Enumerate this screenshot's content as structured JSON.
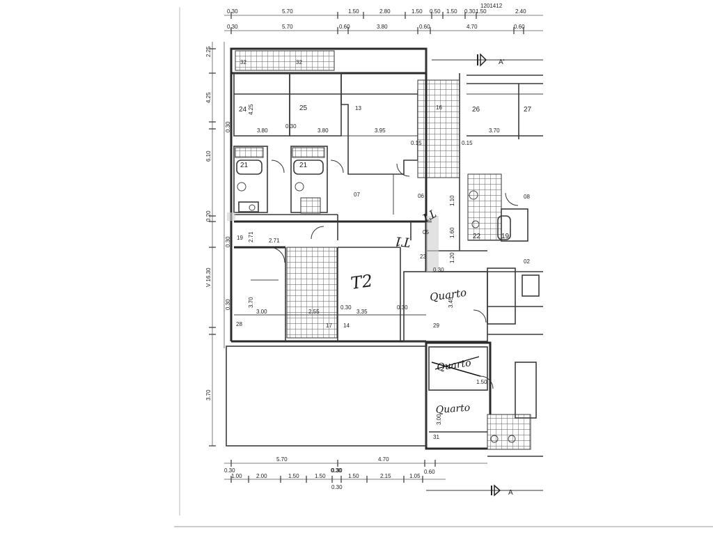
{
  "plan": {
    "header_code": "1201412",
    "top_dims_row1": [
      "0.30",
      "5.70",
      "1.50",
      "2.80",
      "1.50",
      "0.50",
      "1.50",
      "0.30",
      "1.50",
      "2.40"
    ],
    "top_dims_row2": [
      "0.30",
      "5.70",
      "0.60",
      "3.80",
      "0.60",
      "4.70",
      "0.60"
    ],
    "left_dims": [
      "2.25",
      "4.25",
      "0.30",
      "6.10",
      "0.30",
      "2.71",
      "0.20",
      "3.70",
      "3.70",
      "0.30"
    ],
    "left_total": "V 16.30",
    "bottom_dims_row1": [
      "5.70",
      "4.70",
      "0.30"
    ],
    "bottom_dims_row2": [
      "0.30",
      "1.00",
      "2.00",
      "1.50",
      "1.50",
      "0.30",
      "1.50",
      "2.15",
      "1.05",
      "0.60"
    ],
    "bottom_total": "0.30",
    "section_top": "A'",
    "section_bottom": "A",
    "rooms": [
      "32",
      "32",
      "24",
      "25",
      "13",
      "16",
      "26",
      "27",
      "21",
      "21",
      "07",
      "06",
      "08",
      "22",
      "19",
      "05",
      "23",
      "02",
      "19",
      "28",
      "17",
      "14",
      "29",
      "31"
    ],
    "room_dims": [
      "3.80",
      "3.80",
      "3.95",
      "0.30",
      "0.15",
      "3.70",
      "3.35",
      "3.00",
      "2.55",
      "4.25",
      "3.45",
      "0.30",
      "0.30",
      "1.50",
      "3.00",
      "1.10",
      "1.60",
      "1.20",
      "0.30",
      "2.71",
      "0.15"
    ],
    "handwritten": {
      "t1_a": "T1",
      "t1_b": "T1",
      "t2": "T2",
      "quarto_1": "Quarto",
      "quarto_2": "Quarto",
      "quarto_3": "Quarto"
    }
  }
}
